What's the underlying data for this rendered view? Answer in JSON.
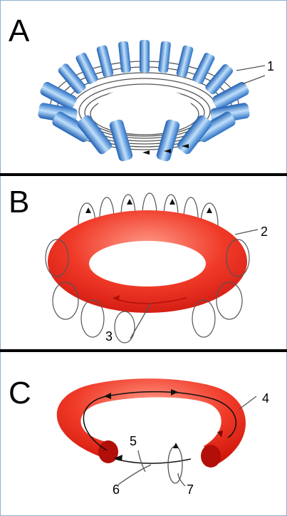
{
  "panels": [
    {
      "letter": "A",
      "callouts": [
        "1"
      ]
    },
    {
      "letter": "B",
      "callouts": [
        "2",
        "3"
      ]
    },
    {
      "letter": "C",
      "callouts": [
        "4",
        "5",
        "6",
        "7"
      ]
    }
  ],
  "colors": {
    "coil": "#3a7fd0",
    "coil_light": "#bfe0fb",
    "plasma": "#ef2a1e",
    "plasma_light": "#ff9a88",
    "wire": "#555555",
    "divider": "#000000",
    "frame": "#8fb3d3"
  }
}
